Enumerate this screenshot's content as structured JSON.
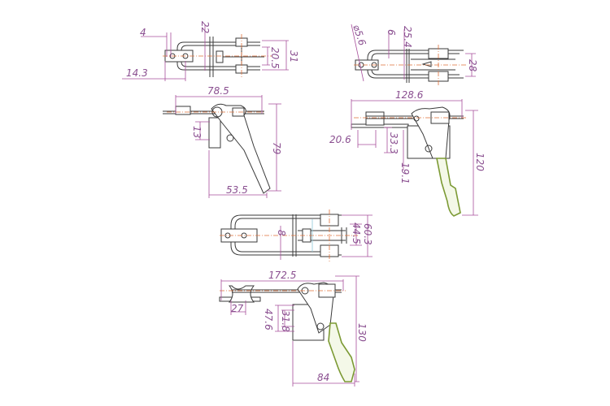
{
  "views": {
    "small_top": {
      "d_4": "4",
      "d_22": "22",
      "d_20_5": "20.5",
      "d_31": "31",
      "d_14_3": "14.3"
    },
    "small_side": {
      "d_78_5": "78.5",
      "d_13": "13",
      "d_79": "79",
      "d_53_5": "53.5"
    },
    "medium_top": {
      "d_dia_5_6": "⌀5.6",
      "d_6": "6",
      "d_25_4": "25.4",
      "d_28": "28"
    },
    "medium_side": {
      "d_128_6": "128.6",
      "d_20_6": "20.6",
      "d_33_3": "33.3",
      "d_19_1": "19.1",
      "d_120": "120"
    },
    "large_top": {
      "d_60_3": "60.3",
      "d_44_5": "44.5",
      "d_8": "8"
    },
    "large_side": {
      "d_172_5": "172.5",
      "d_27": "27",
      "d_47_6": "47.6",
      "d_31_8": "31.8",
      "d_130": "130",
      "d_84": "84"
    }
  },
  "colors": {
    "dimension": "#a8509c",
    "outline": "#3a3a3a",
    "centerline": "#e0703a",
    "handle": "#7c9a34"
  }
}
